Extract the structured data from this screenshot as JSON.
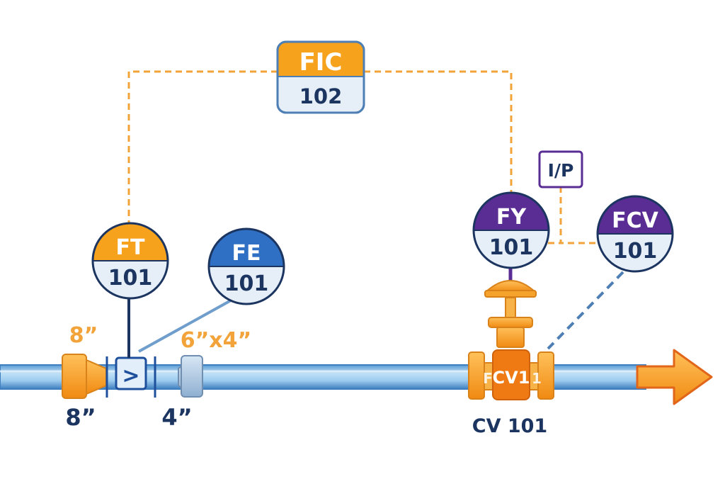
{
  "colors": {
    "pipe": "#8fc2e8",
    "pipe_dark": "#3a78b8",
    "signal_orange": "#f2a33a",
    "orange": "#f7a21c",
    "blue_tag": "#2f6fc4",
    "purple_tag": "#5a2d94",
    "tag_bottom": "#e6eef8",
    "navy": "#1b3560",
    "arrow": "#f27a1a"
  },
  "controller": {
    "letters": "FIC",
    "number": "102"
  },
  "transmitter": {
    "letters": "FT",
    "number": "101"
  },
  "element": {
    "letters": "FE",
    "number": "101"
  },
  "converter_label": {
    "letters": "FY",
    "number": "101"
  },
  "valve_tag": {
    "letters": "FCV",
    "number": "101"
  },
  "ip_box": {
    "text": "I/P"
  },
  "sizes": {
    "reducer_top": "8”",
    "reducer_bottom": "8”",
    "orifice_top": "6”x4”",
    "orifice_bottom": "4”"
  },
  "valve": {
    "body_text": "CV1",
    "flange_text_left": "F",
    "flange_text_right": "1",
    "caption": "CV 101"
  },
  "flow_element_symbol": ">"
}
